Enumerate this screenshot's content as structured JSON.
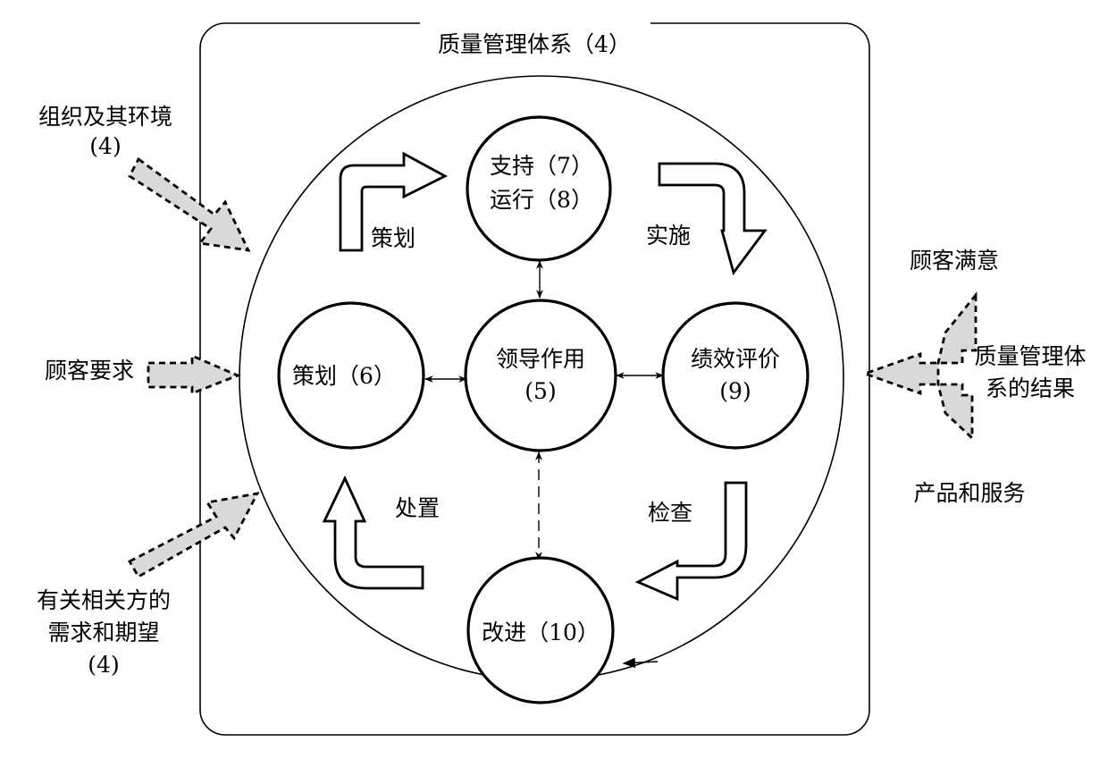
{
  "system": {
    "title": "质量管理体系（4）"
  },
  "nodes": {
    "support_operation": {
      "line1": "支持（7）",
      "line2": "运行（8）"
    },
    "planning": {
      "label": "策划（6）"
    },
    "leadership": {
      "line1": "领导作用",
      "line2": "(5)"
    },
    "performance": {
      "line1": "绩效评价",
      "line2": "(9)"
    },
    "improvement": {
      "label": "改进（10）"
    }
  },
  "cycle_labels": {
    "plan": "策划",
    "do": "实施",
    "check": "检查",
    "act": "处置"
  },
  "inputs": {
    "organization": {
      "line1": "组织及其环境",
      "line2": "(4)"
    },
    "customer_requirements": {
      "line1": "顾客要求"
    },
    "stakeholders": {
      "line1": "有关相关方的",
      "line2": "需求和期望",
      "line3": "(4)"
    }
  },
  "outputs": {
    "satisfaction": "顾客满意",
    "results": {
      "line1": "质量管理体",
      "line2": "系的结果"
    },
    "products": "产品和服务"
  }
}
